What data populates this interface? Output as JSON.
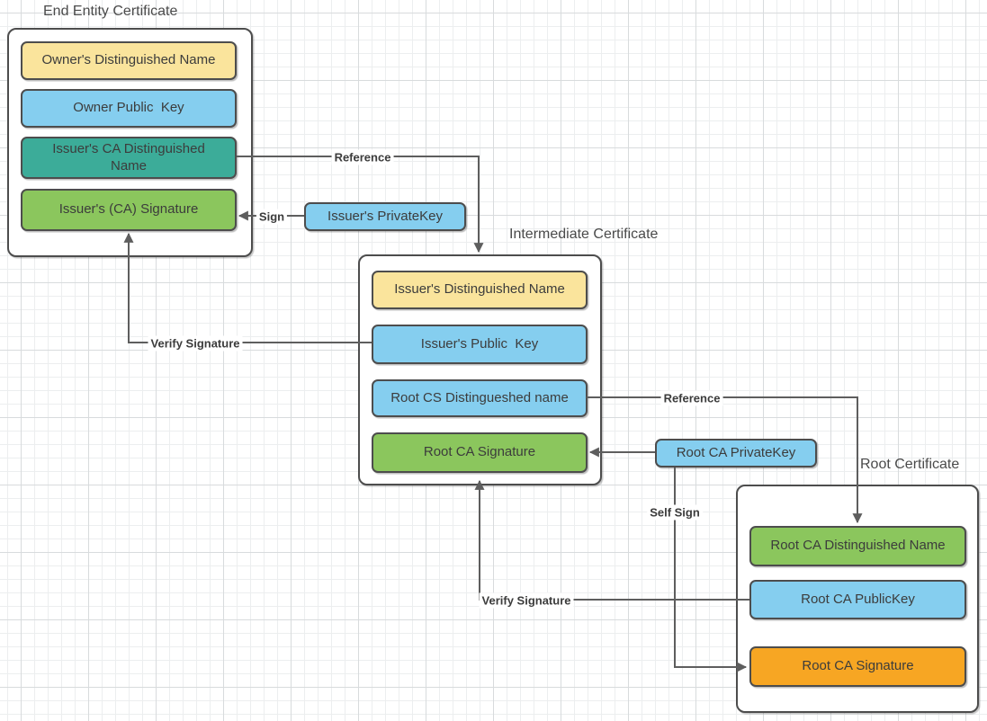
{
  "colors": {
    "yellow": "#FAE49C",
    "blue": "#85CEEF",
    "teal": "#3CAC99",
    "green": "#8BC65D",
    "orange": "#F7A623",
    "line": "#5E5E5E",
    "border": "#4D4D4D"
  },
  "groups": [
    {
      "title": "End Entity Certificate",
      "fields": [
        {
          "label": "Owner's Distinguished Name",
          "color": "yellow"
        },
        {
          "label": "Owner Public  Key",
          "color": "blue"
        },
        {
          "label": "Issuer's CA Distinguished Name",
          "color": "teal"
        },
        {
          "label": "Issuer's (CA) Signature",
          "color": "green"
        }
      ]
    },
    {
      "title": "Intermediate Certificate",
      "fields": [
        {
          "label": "Issuer's Distinguished Name",
          "color": "yellow"
        },
        {
          "label": "Issuer's Public  Key",
          "color": "blue"
        },
        {
          "label": "Root CS Distingueshed name",
          "color": "blue"
        },
        {
          "label": "Root CA Signature",
          "color": "green"
        }
      ]
    },
    {
      "title": "Root Certificate",
      "fields": [
        {
          "label": "Root CA Distinguished Name",
          "color": "green"
        },
        {
          "label": "Root CA PublicKey",
          "color": "blue"
        },
        {
          "label": "Root CA Signature",
          "color": "orange"
        }
      ]
    }
  ],
  "keys": [
    {
      "label": "Issuer's PrivateKey",
      "color": "blue"
    },
    {
      "label": "Root CA PrivateKey",
      "color": "blue"
    }
  ],
  "arrow_labels": {
    "reference_1": "Reference",
    "sign": "Sign",
    "verify_signature_1": "Verify Signature",
    "reference_2": "Reference",
    "self_sign": "Self Sign",
    "verify_signature_2": "Verify Signature"
  }
}
